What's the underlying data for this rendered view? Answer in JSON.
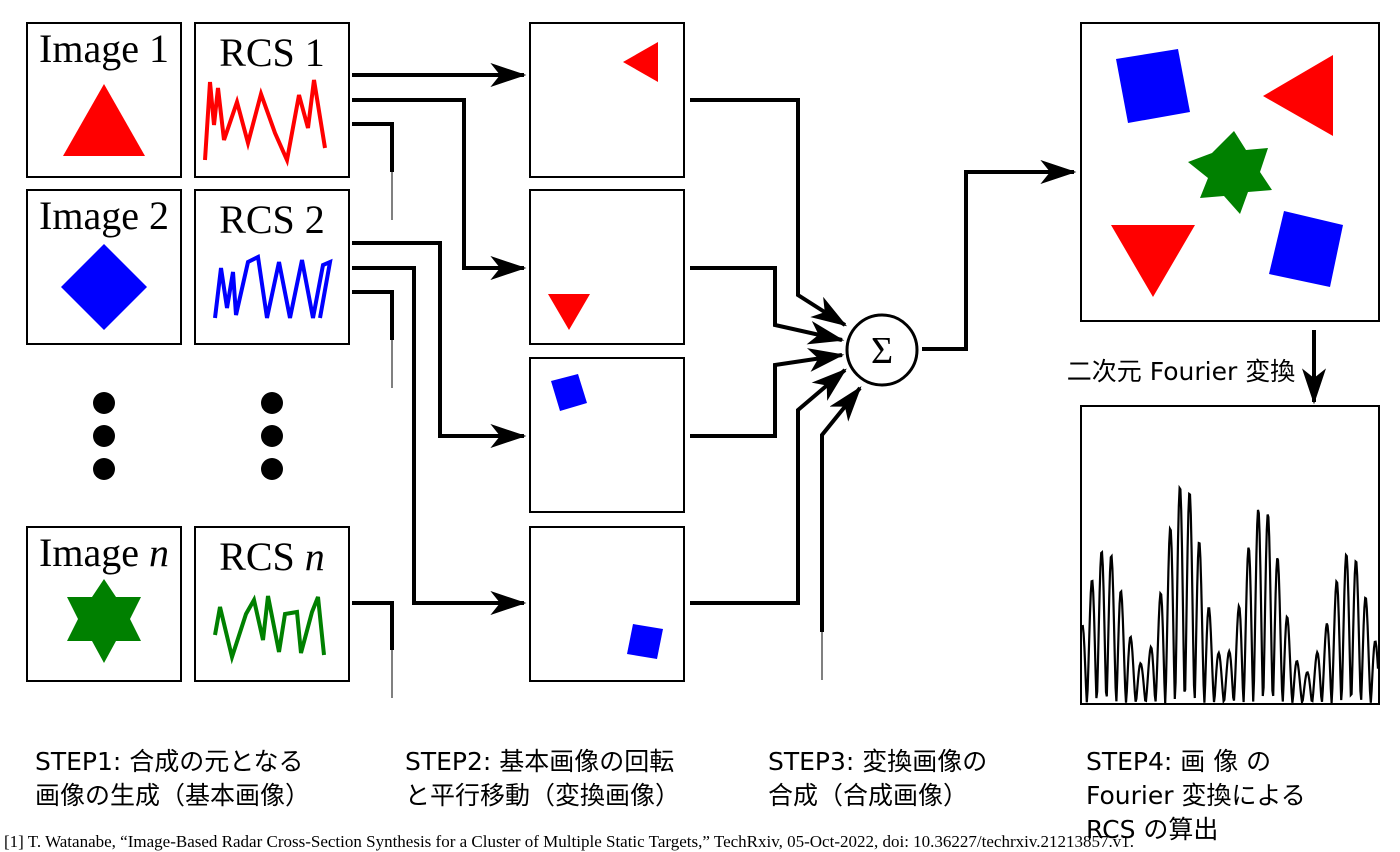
{
  "inputs": [
    {
      "image_label": "Image 1",
      "rcs_label": "RCS 1",
      "shape": "red-triangle",
      "color": "#ff0000"
    },
    {
      "image_label": "Image 2",
      "rcs_label": "RCS 2",
      "shape": "blue-diamond",
      "color": "#0000ff"
    },
    {
      "image_label": "Image ",
      "image_label_var": "n",
      "rcs_label": "RCS ",
      "rcs_label_var": "n",
      "shape": "green-star",
      "color": "#008000"
    }
  ],
  "sum_symbol": "Σ",
  "fft_label": "二次元 Fourier 変換",
  "steps": [
    {
      "label": "STEP1:  合成の元となる\n画像の生成（基本画像）"
    },
    {
      "label": "STEP2:  基本画像の回転\nと平行移動（変換画像）"
    },
    {
      "label": "STEP3:  変換画像の\n合成（合成画像）"
    },
    {
      "label": "STEP4:      画 像 の\nFourier 変換による\nRCS の算出"
    }
  ],
  "citation": "[1] T. Watanabe, “Image-Based Radar Cross-Section Synthesis for a Cluster of Multiple Static Targets,” TechRxiv, 05-Oct-2022, doi: 10.36227/techrxiv.21213857.v1.",
  "colors": {
    "red": "#ff0000",
    "blue": "#0000ff",
    "green": "#008000",
    "line": "#000000"
  }
}
